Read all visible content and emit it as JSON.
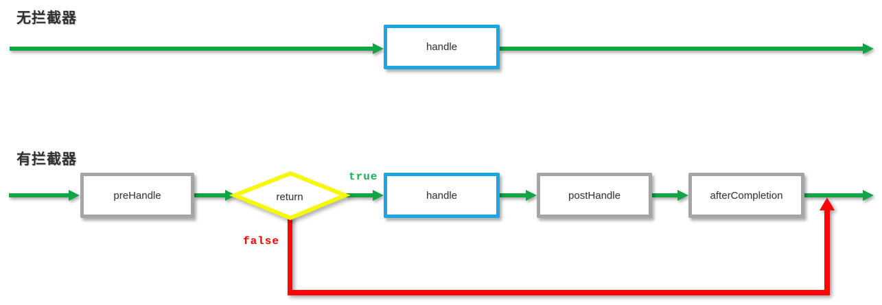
{
  "colors": {
    "green": "#12A446",
    "blue": "#1CA6E0",
    "gray": "#A5A5A5",
    "yellow": "#F7F70A",
    "red": "#F90606",
    "true_green": "#1EB45A",
    "text": "#3A3A3A",
    "title": "#2F2F2F"
  },
  "no_interceptor": {
    "title": "无拦截器",
    "handle": "handle"
  },
  "with_interceptor": {
    "title": "有拦截器",
    "pre_handle": "preHandle",
    "return_decision": "return",
    "branch_true": "true",
    "branch_false": "false",
    "handle": "handle",
    "post_handle": "postHandle",
    "after_completion": "afterCompletion"
  }
}
